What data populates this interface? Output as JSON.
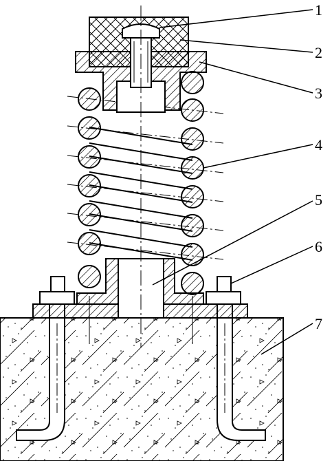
{
  "diagram": {
    "callouts": [
      {
        "id": "1",
        "text": "1"
      },
      {
        "id": "2",
        "text": "2"
      },
      {
        "id": "3",
        "text": "3"
      },
      {
        "id": "4",
        "text": "4"
      },
      {
        "id": "5",
        "text": "5"
      },
      {
        "id": "6",
        "text": "6"
      },
      {
        "id": "7",
        "text": "7"
      }
    ],
    "colors": {
      "stroke": "#000000",
      "fill": "#ffffff"
    }
  }
}
